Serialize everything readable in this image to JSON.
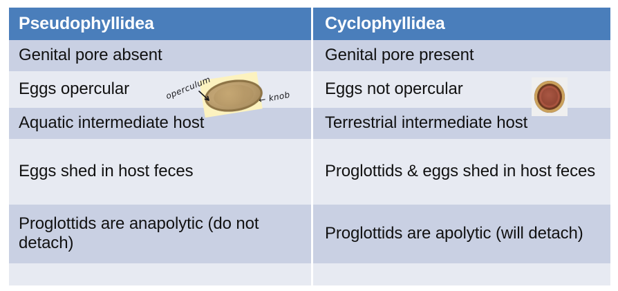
{
  "slide": {
    "type": "comparison-table",
    "colors": {
      "header_fill": "#4a7ebb",
      "header_text": "#ffffff",
      "band_dark": "#c9d0e3",
      "band_light": "#e7eaf2",
      "body_text": "#111111",
      "divider": "#ffffff",
      "sticky_note": "#fcf2bf"
    }
  },
  "table": {
    "columns": [
      {
        "key": "pseudophyllidea",
        "header": "Pseudophyllidea"
      },
      {
        "key": "cyclophyllidea",
        "header": "Cyclophyllidea"
      }
    ],
    "rows": [
      {
        "band": "dark",
        "left": "Genital pore absent",
        "right": "Genital pore present"
      },
      {
        "band": "light",
        "left": "Eggs opercular",
        "right": "Eggs not opercular",
        "left_figure": "operculate-egg-photo",
        "right_figure": "taeniid-egg-photo"
      },
      {
        "band": "dark",
        "left": "Aquatic intermediate host",
        "right": "Terrestrial intermediate host"
      },
      {
        "band": "light",
        "left": "Eggs shed in host feces",
        "right": "Proglottids & eggs shed in host feces"
      },
      {
        "band": "dark",
        "left": "Proglottids are anapolytic (do not detach)",
        "right": "Proglottids are apolytic (will detach)"
      },
      {
        "band": "light",
        "left": "",
        "right": ""
      }
    ]
  },
  "annotations": {
    "operculum_label": "operculum",
    "knob_label": "← knob"
  }
}
